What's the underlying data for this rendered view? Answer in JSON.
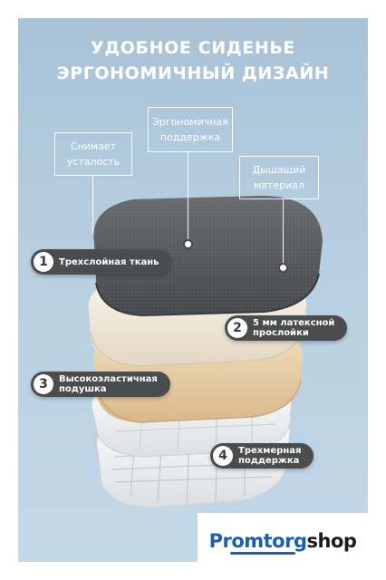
{
  "headline": {
    "line1": "УДОБНОЕ СИДЕНЬЕ",
    "line2": "ЭРГОНОМИЧНЫЙ ДИЗАЙН"
  },
  "callouts": {
    "fatigue": {
      "line1": "Снимает",
      "line2": "усталость"
    },
    "ergonomic": {
      "line1": "Эргономичная",
      "line2": "поддержка"
    },
    "breathable": {
      "line1": "Дышащий",
      "line2": "материал"
    }
  },
  "layers": [
    {
      "number": "1",
      "line1": "Трехслойная ткань",
      "line2": ""
    },
    {
      "number": "2",
      "line1": "5 мм латексной",
      "line2": "прослойки"
    },
    {
      "number": "3",
      "line1": "Высокоэластичная",
      "line2": "подушка"
    },
    {
      "number": "4",
      "line1": "Трехмерная",
      "line2": "поддержка"
    }
  ],
  "logo": {
    "part1": "Promtorg",
    "part2": "shop"
  },
  "colors": {
    "background_top": "#a9c2d6",
    "fabric": "#5a5c60",
    "latex": "#efe6d6",
    "foam": "#e9cfa6",
    "base": "#f4f4f4",
    "pill": "#4a4c4e",
    "brand_blue": "#1b5fb0"
  }
}
